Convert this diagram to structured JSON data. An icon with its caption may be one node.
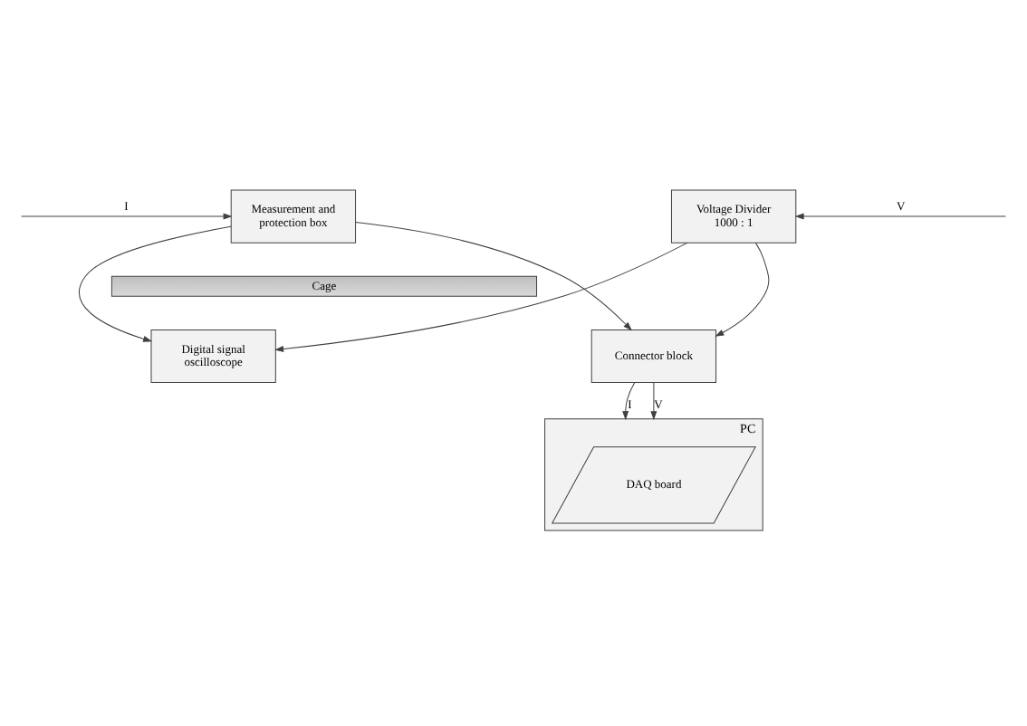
{
  "diagram": {
    "nodes": [
      {
        "text": [
          "Measurement and protection box"
        ]
      },
      {
        "text": [
          "Voltage Divider 1000 : 1"
        ]
      },
      {
        "text": [
          "Cage"
        ]
      },
      {
        "text": [
          "Digital signal oscilloscope"
        ]
      },
      {
        "text": [
          "Connector block"
        ]
      },
      {
        "text": [
          "PC"
        ]
      },
      {
        "text": [
          "DAQ board"
        ],
        "in": 5
      }
    ],
    "edges": [
      {
        "from": null,
        "to": 0,
        "arrow": "to",
        "label": "I"
      },
      {
        "from": null,
        "to": 1,
        "arrow": "to",
        "label": "V"
      },
      {
        "from": 0,
        "to": 3,
        "arrow": "to"
      },
      {
        "from": 0,
        "to": 4,
        "arrow": "to"
      },
      {
        "from": 1,
        "to": 3,
        "arrow": "to"
      },
      {
        "from": 1,
        "to": 4,
        "arrow": "to"
      },
      {
        "from": 4,
        "to": 5,
        "arrow": "to",
        "label": "I"
      },
      {
        "from": 4,
        "to": 5,
        "arrow": "to",
        "label": "V"
      }
    ]
  }
}
